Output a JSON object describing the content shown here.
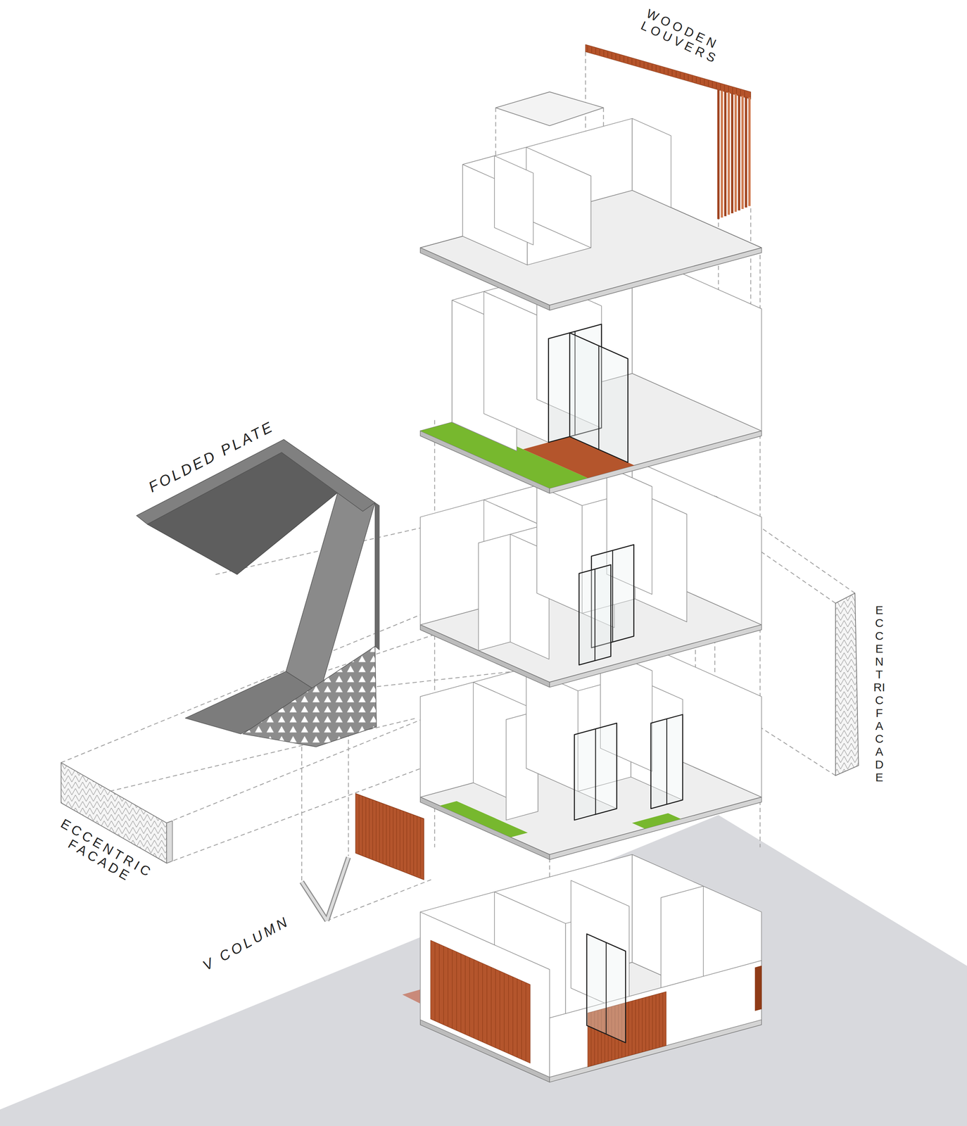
{
  "diagram": {
    "labels": [
      "WOODEN LOUVERS",
      "FOLDED PLATE",
      "ECCENTRIC FACADE",
      "ECCENTRIC FACADE",
      "V COLUMN"
    ]
  }
}
